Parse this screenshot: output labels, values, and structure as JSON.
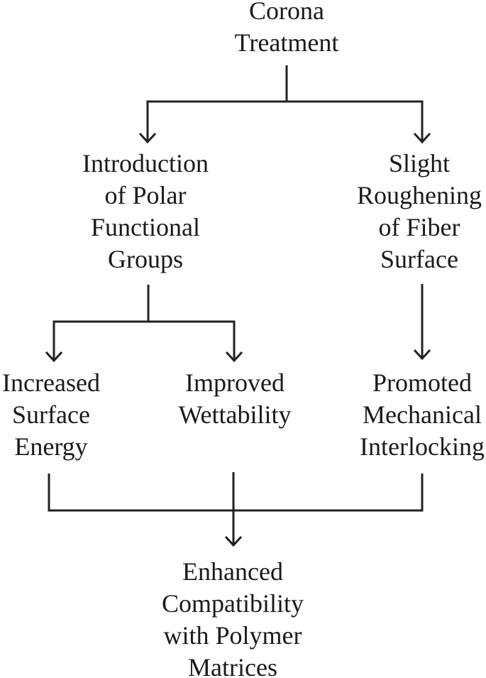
{
  "diagram": {
    "type": "flowchart",
    "topic": "Corona Treatment effects on fiber-polymer compatibility",
    "colors": {
      "background": "#ffffff",
      "text": "#1a1a1a",
      "line": "#222222"
    },
    "nodes": {
      "root": {
        "id": "corona-treatment",
        "label": "Corona\nTreatment"
      },
      "polar_groups": {
        "id": "polar-functional-groups",
        "label": "Introduction\nof Polar\nFunctional\nGroups"
      },
      "roughening": {
        "id": "fiber-surface-roughening",
        "label": "Slight\nRoughening\nof Fiber\nSurface"
      },
      "surface_energy": {
        "id": "increased-surface-energy",
        "label": "Increased\nSurface\nEnergy"
      },
      "wettability": {
        "id": "improved-wettability",
        "label": "Improved\nWettability"
      },
      "interlocking": {
        "id": "promoted-mechanical-interlocking",
        "label": "Promoted\nMechanical\nInterlocking"
      },
      "compatibility": {
        "id": "enhanced-compatibility",
        "label": "Enhanced\nCompatibility\nwith Polymer\nMatrices"
      }
    },
    "edges": [
      {
        "from": "corona-treatment",
        "to": "polar-functional-groups"
      },
      {
        "from": "corona-treatment",
        "to": "fiber-surface-roughening"
      },
      {
        "from": "polar-functional-groups",
        "to": "increased-surface-energy"
      },
      {
        "from": "polar-functional-groups",
        "to": "improved-wettability"
      },
      {
        "from": "fiber-surface-roughening",
        "to": "promoted-mechanical-interlocking"
      },
      {
        "from": "increased-surface-energy",
        "to": "enhanced-compatibility"
      },
      {
        "from": "improved-wettability",
        "to": "enhanced-compatibility"
      },
      {
        "from": "promoted-mechanical-interlocking",
        "to": "enhanced-compatibility"
      }
    ]
  }
}
